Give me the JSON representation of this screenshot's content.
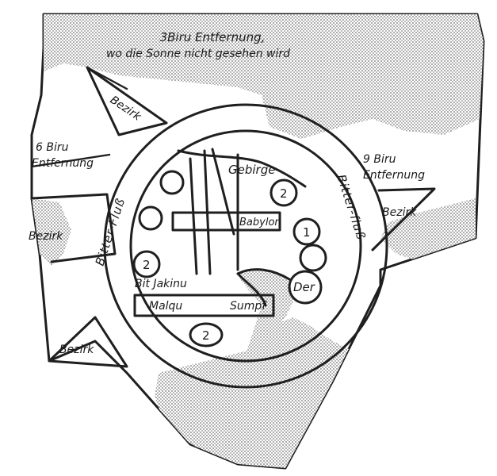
{
  "map": {
    "top_note_line1": "3Biru Entfernung,",
    "top_note_line2": "wo die Sonne nicht gesehen wird",
    "left_note_line1": "6 Biru",
    "left_note_line2": "Entfernung",
    "right_note_line1": "9 Biru",
    "right_note_line2": "Entfernung",
    "bezirk_labels": [
      "Bezirk",
      "Bezirk",
      "Bezirk",
      "Bezirk"
    ],
    "river_left": "Bitter-Fluß",
    "river_right": "Bitter-fluß",
    "inner": {
      "mountains": "Gebirge",
      "capital": "Babylon",
      "bit_jakinu": "Bit Jakinu",
      "malqu": "Malqu",
      "swamp": "Sumpf",
      "der": "Der"
    },
    "numbers": [
      "2",
      "1",
      "2",
      "2"
    ]
  },
  "colors": {
    "ink": "#1f1f1f",
    "sea_stipple": "#7a7a7a",
    "paper": "#ffffff"
  }
}
